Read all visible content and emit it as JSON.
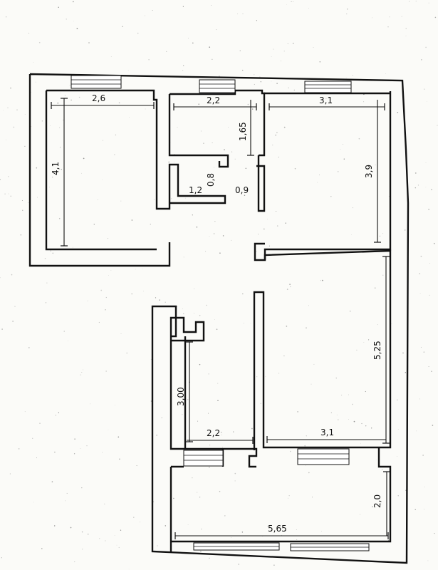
{
  "dimensions": {
    "room1_width": "2,6",
    "room1_height": "4,1",
    "room2_width": "2,2",
    "room2_height": "1,65",
    "small_room_width": "1,2",
    "small_room_height": "0,8",
    "opening": "0,9",
    "room3_width": "3,1",
    "room3_height": "3,9",
    "room4_height": "5,25",
    "room4_width": "3,1",
    "room5_height": "3,00",
    "room5_width": "2,2",
    "bottom_width": "5,65",
    "bottom_height": "2,0"
  }
}
